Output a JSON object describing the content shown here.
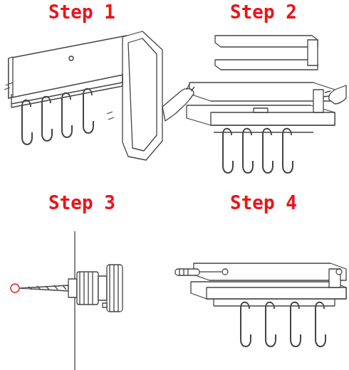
{
  "diagram": {
    "labels": [
      "Step 1",
      "Step 2",
      "Step 3",
      "Step 4"
    ]
  }
}
